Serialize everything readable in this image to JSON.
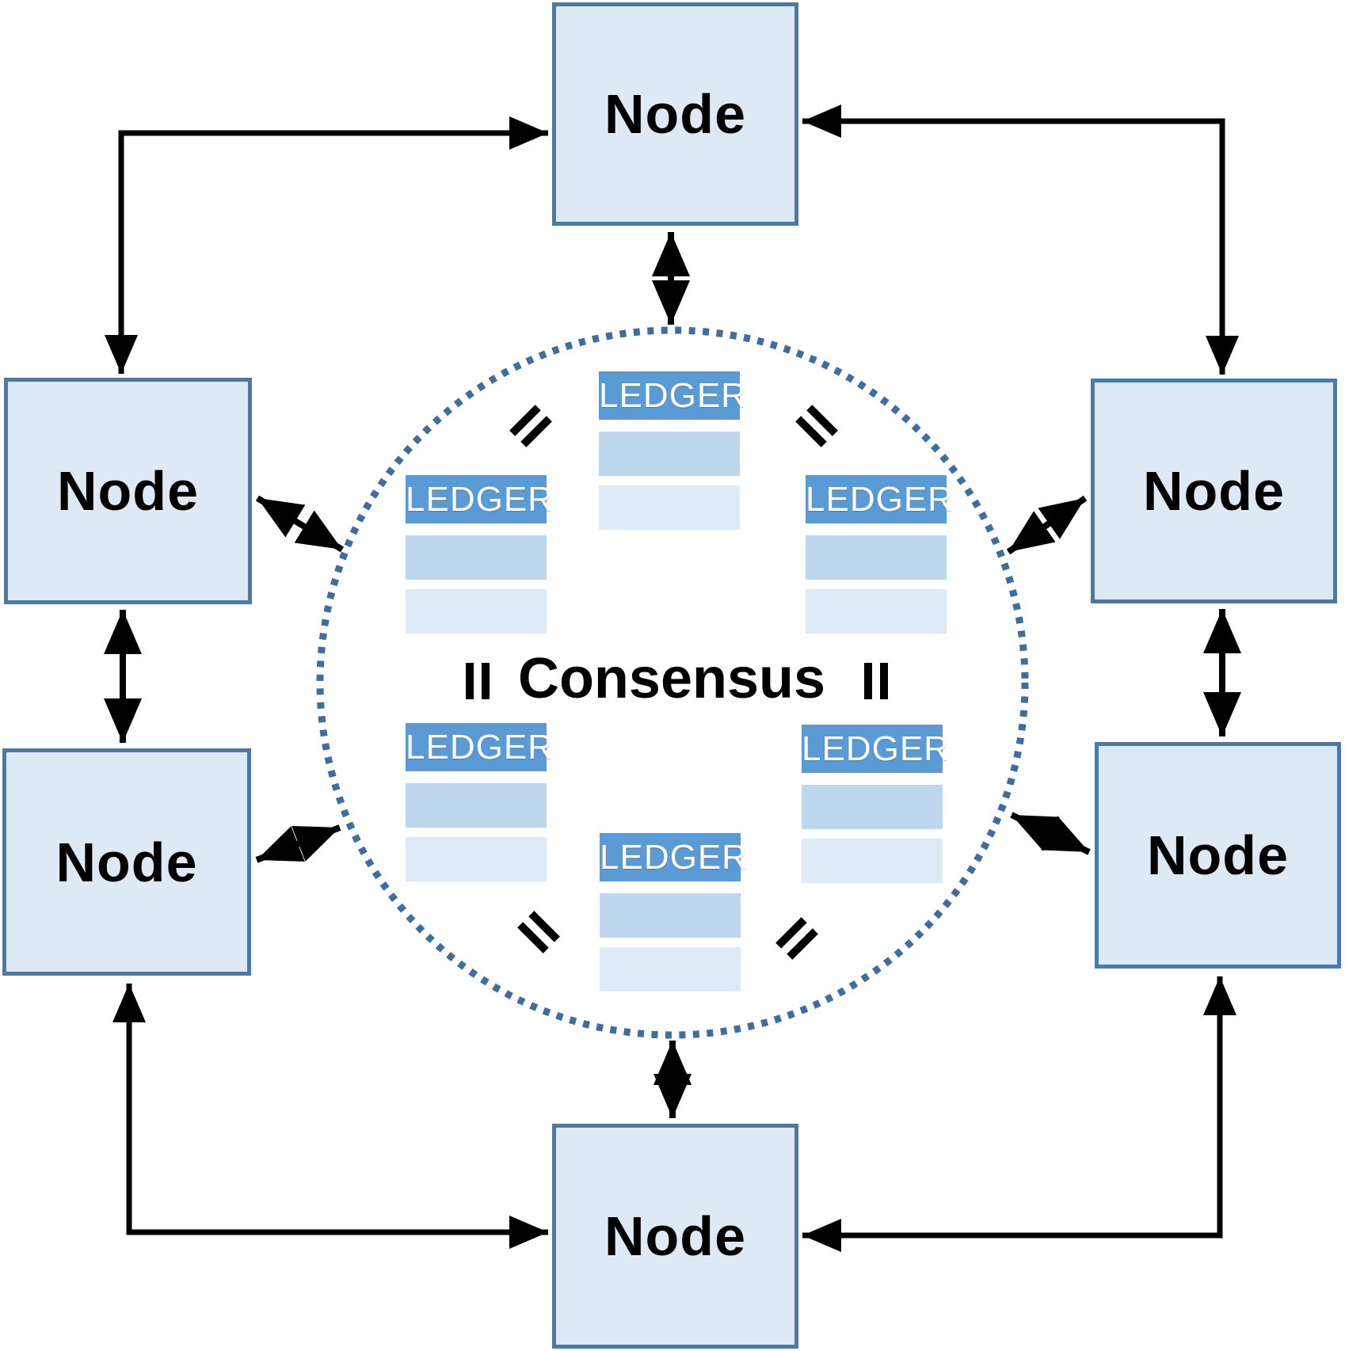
{
  "labels": {
    "node": "Node",
    "ledger": "LEDGER",
    "consensus": "Consensus"
  },
  "nodes": [
    {
      "position": "top",
      "label": "Node"
    },
    {
      "position": "left-upper",
      "label": "Node"
    },
    {
      "position": "left-lower",
      "label": "Node"
    },
    {
      "position": "right-upper",
      "label": "Node"
    },
    {
      "position": "right-lower",
      "label": "Node"
    },
    {
      "position": "bottom",
      "label": "Node"
    }
  ],
  "ledgers": [
    {
      "position": "top-center",
      "label": "LEDGER",
      "rows": 2
    },
    {
      "position": "upper-left",
      "label": "LEDGER",
      "rows": 2
    },
    {
      "position": "upper-right",
      "label": "LEDGER",
      "rows": 2
    },
    {
      "position": "lower-left",
      "label": "LEDGER",
      "rows": 2
    },
    {
      "position": "lower-right",
      "label": "LEDGER",
      "rows": 2
    },
    {
      "position": "bottom-center",
      "label": "LEDGER",
      "rows": 2
    }
  ],
  "equals_marks": [
    {
      "position": "upper-left"
    },
    {
      "position": "upper-right"
    },
    {
      "position": "middle-left"
    },
    {
      "position": "middle-right"
    },
    {
      "position": "lower-left"
    },
    {
      "position": "lower-right"
    }
  ],
  "connections": {
    "node_to_node": [
      "left-upper<->top",
      "top<->right-upper",
      "left-upper<->left-lower",
      "right-upper<->right-lower",
      "left-lower<->bottom",
      "bottom<->right-lower"
    ],
    "node_to_consensus": [
      "top",
      "left-upper",
      "left-lower",
      "right-upper",
      "right-lower",
      "bottom"
    ]
  },
  "colors": {
    "node_fill": "#dde9f5",
    "node_border": "#4a79ab",
    "ledger_header": "#5b9bd5",
    "ledger_row_mid": "#bdd7ee",
    "ledger_row_light": "#deebf7",
    "ledger_text": "#ffffff",
    "circle_dotted": "#3d6e9e",
    "arrow": "#000000",
    "text": "#000000"
  }
}
